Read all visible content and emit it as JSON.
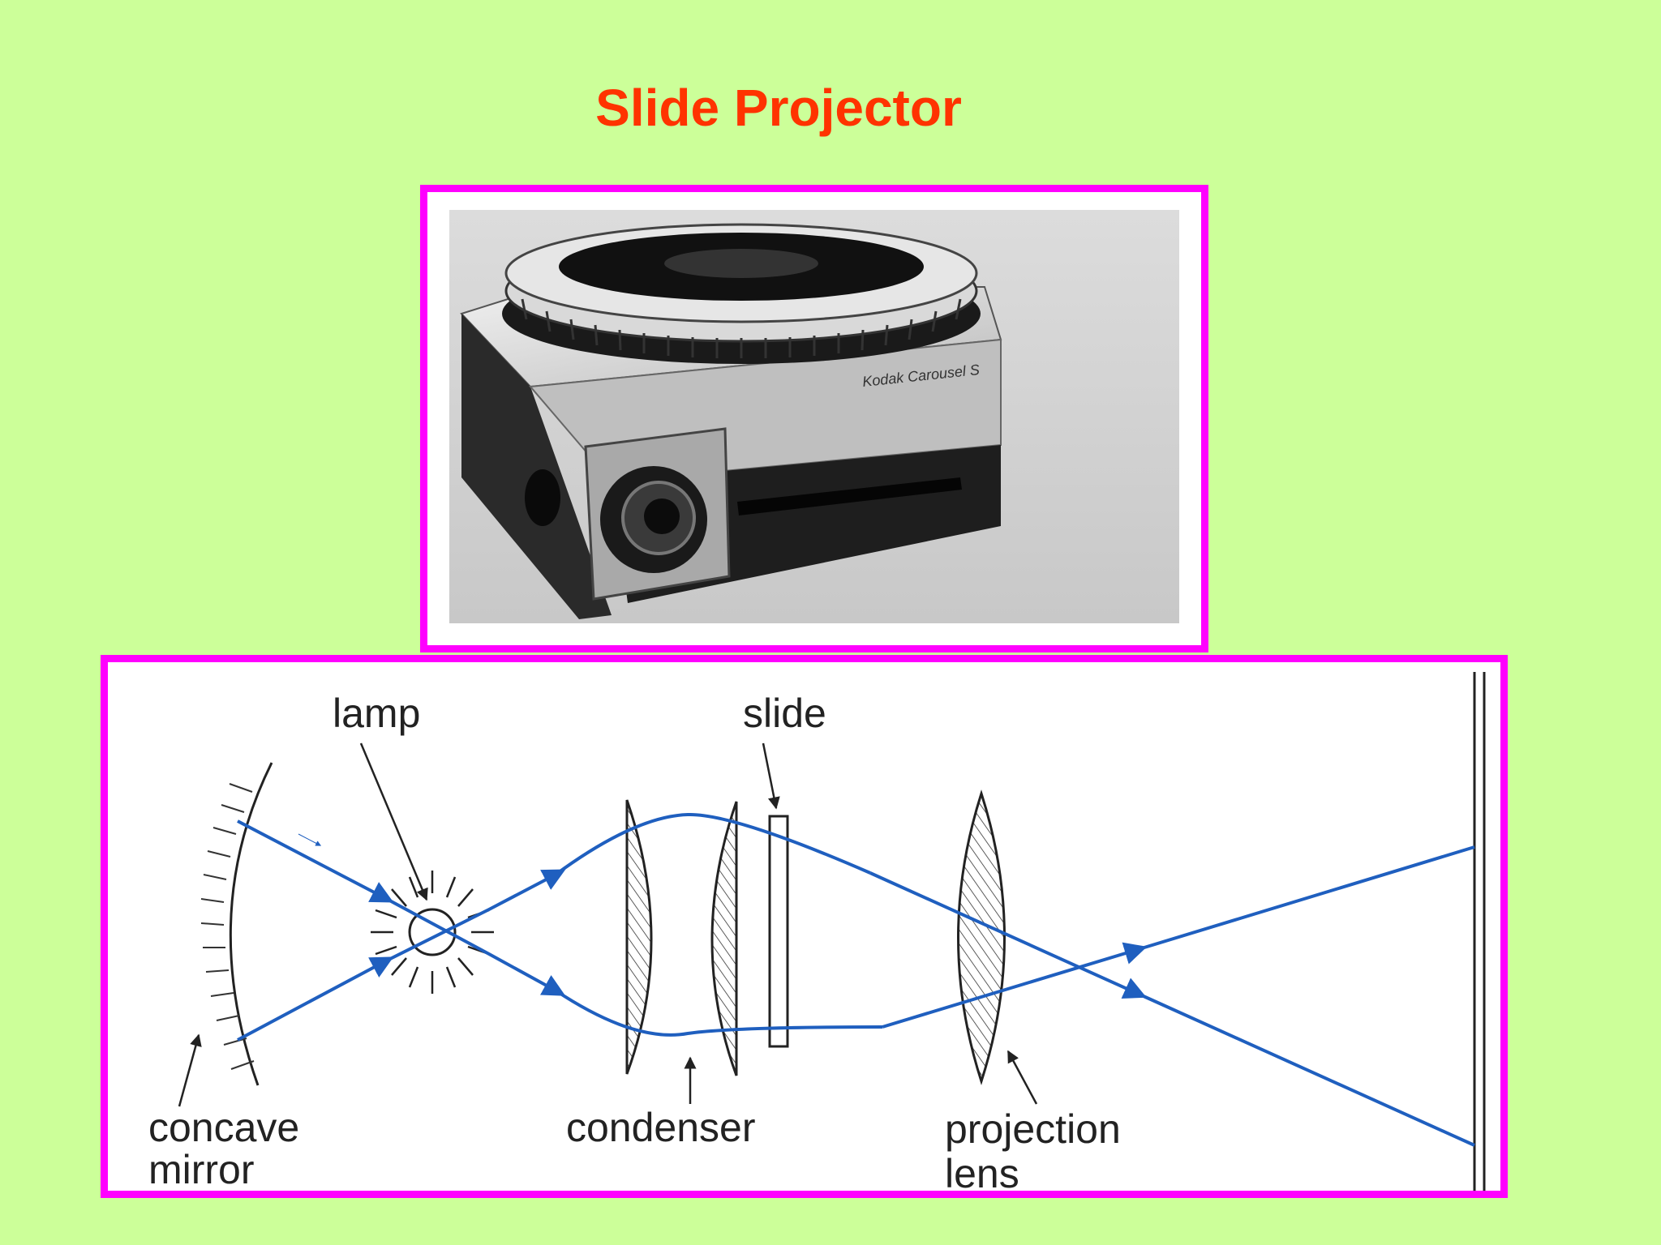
{
  "title": "Slide Projector",
  "photo": {
    "brand_text": "Kodak Carousel S"
  },
  "diagram": {
    "labels": {
      "lamp": "lamp",
      "slide": "slide",
      "concave_mirror_line1": "concave",
      "concave_mirror_line2": "mirror",
      "condenser": "condenser",
      "projection_lens_line1": "projection",
      "projection_lens_line2": "lens"
    }
  },
  "colors": {
    "background": "#ccff99",
    "title": "#ff3300",
    "frame_border": "#ff00ff",
    "light_ray": "#1f5fbf"
  }
}
